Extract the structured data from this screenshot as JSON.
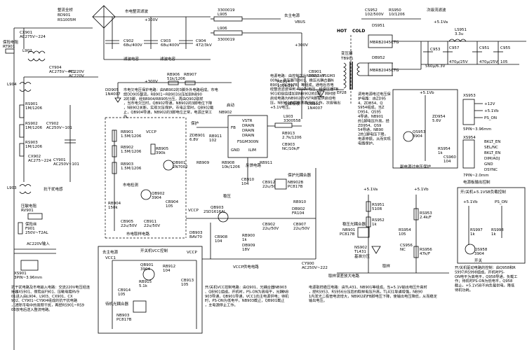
{
  "labels": {
    "bridge_title": "整流全桥",
    "bridge_part": "BD901",
    "bridge_model": "RS1005M",
    "filter_title": "市电整流滤波",
    "v300": "+300V",
    "l905": "L905",
    "l906": "L906",
    "l905_val": "3300019",
    "l906_val": "3300019",
    "vbus": "去主电源",
    "vbus_net": "VBUS",
    "v300_right": "+300V",
    "hot": "HOT",
    "cold": "COLD",
    "secondary_title": "次级流滤波",
    "v5_top": "+5.1Va",
    "cx_left": "CX901",
    "cx_left_val": "AC275V~224",
    "fuse": "保险电阻",
    "fuse_part": "RT901",
    "l902": "L902",
    "cy904": "CY904",
    "cy904_val": "AC275V~471",
    "c902": "C902",
    "c903": "C903",
    "c904": "C904",
    "c902_val": "68u/400V",
    "c903_val": "68u/400V",
    "c904_val": "472/3kV",
    "filter_cap_label": "滤波电容",
    "ac220v_in": "AC220V",
    "d905": "DD905",
    "d905_val": "1N4007",
    "rb906": "RB906",
    "rb907": "RB907",
    "rb_val": "51k/1206",
    "protect_note": "市电欠电压保护电路：由NB902的3脚外外电路组成。市电经DD905整流，RB901~RB903分压加到NB902的3脚，经RB904/RB905分压，再由Q902取样，当市电欠压时，QB902导通，NB902的3脚电位下降，NB902关断，实现欠压保护。市电正常时，QB902截止，QB904导通，NB902的3脚电位正常，电源正常工作。",
    "rb905": "RB905",
    "rb905_val": "390k",
    "qb901": "QB901",
    "qb901_val": "2N7002",
    "vccp": "VCCP",
    "rb901": "RB901",
    "rb902": "RB902",
    "rb903": "RB903",
    "rb_1m5": "1.5M/1206",
    "mains_detect": "市电检测",
    "rb904": "RB904",
    "rb904_val": "150k",
    "cb905": "CB905",
    "cb905_val": "22u/50V",
    "cb911": "CB911",
    "cb911_val": "22u/50V",
    "qb902": "QB902",
    "qb902_val": "3904",
    "cb904": "CB904",
    "cb904_val": "105",
    "sampling": "市电取样电路",
    "zdb901": "ZDB901",
    "zdb901_val": "6.8V",
    "rb911": "RB911",
    "rb911_val": "102",
    "ic_title": "启动",
    "nb902": "NB902",
    "nb902_model": "FSGM300N",
    "pin_vstr": "VSTR",
    "pin_drain": "DRAIN",
    "pin_fb": "FB",
    "pin_gnd": "GND",
    "pin_ilim": "ILIM",
    "rb909": "RB909",
    "rb908": "RB908",
    "rb908_val": "10k/1206",
    "fb_note": "反馈电路",
    "cb910": "CB910",
    "cb910_val": "104",
    "cb912": "CB912",
    "cb912_val": "22u/50V",
    "protect_opto": "保护光耦合器",
    "nb902b": "NB902B",
    "nb902b_val": "PC817B",
    "rb910": "RB910",
    "qb903": "QB903",
    "qb903_val": "2SD1616AL",
    "stabilizer": "稳压",
    "db903": "DB903",
    "db903_val": "BAV70",
    "db902": "DB902",
    "db902_val": "FR104",
    "cb908": "CB908",
    "cb908_val": "104",
    "rb900": "RB900",
    "rb900_val": "1k",
    "db909": "DB909",
    "db909_val": "18V",
    "cb902": "CB902",
    "cb902_val": "22u/50V",
    "cb907": "CB907",
    "cb907_val": "22u/50V",
    "vccp_circuit": "VCCP供电电路",
    "transformer": "变压器",
    "tb901": "TB901",
    "ep28": "EP28",
    "rb914": "RB914",
    "rb914_val": "100k/2W",
    "cb901": "CB901",
    "cb901_val": "102/1kV",
    "db901": "DB901",
    "db901_val": "1N4007",
    "absorb": "尖峰吸收",
    "l903": "L903",
    "l903_val": "3300558",
    "rb913": "RB913",
    "rb913_val": "2.7k/1206",
    "cb903": "CB903",
    "cb903_val": "NC/10k/F",
    "cs952": "CS952",
    "cs952_val": "102/500V",
    "rs950": "RS950",
    "rs950_val": "10/1206",
    "ds951": "DS951",
    "ds951_val": "MBRB2045CTG",
    "ds952": "DB952",
    "ds952_val": "MBRB2045CTG",
    "ls951": "LS951",
    "ls951_val": "3.3u",
    "c953": "C953",
    "c953_val": "560μ/6.3V",
    "c957": "C957",
    "c957_val": "470μ/25V",
    "c951": "C951",
    "c951_val": "470μ/25V",
    "c955": "C955",
    "c955_val": "105",
    "rect_note": "调电电源电过电压保护电路：由ZD954、ZDB54、QS954组成。当ZD954、QS954导通，NB901的1脚电压升高，经ZD954、QS954导通，NB902的1脚电压下降，电源停振。从而实现电路保护。",
    "zd954": "ZD954",
    "zd954_val": "5.6V",
    "qs953": "QS953",
    "qs953_val": "3904",
    "rs953": "RS953",
    "cs953": "CS953",
    "rs954": "RS954",
    "rs954_val": "1k",
    "cs960": "CS960",
    "cs960_val": "104",
    "ovp_label": "副电源过电压保护",
    "xs953": "XS953",
    "v12": "+12V",
    "v5vb": "+5.1Vb",
    "ps_on": "PS_ON",
    "pin_5": "5PIN~3.96mm",
    "xs954": "XS954",
    "bklt_en": "BKLT_EN",
    "sel_nc": "SEL/NC",
    "bklt_en2": "BKLT_EN",
    "dim_adj": "DIM/ADJ",
    "gnd": "GND",
    "dsync": "DSYNC",
    "pin_7": "7PIN~2.0mm",
    "power_signal": "电源板输出控制",
    "rs951": "RS951",
    "rs951_val": "510R",
    "rs952": "RS952",
    "rs952_val": "1k",
    "ns901": "NB901",
    "ns901_val": "PC817B",
    "stab_opto": "稳压光耦合器",
    "rs955": "RS955",
    "rs955_val": "105",
    "rs953b": "RS953",
    "rs953b_val": "2.4k/F",
    "cs956": "CS956",
    "cs956_val": "NC",
    "ns902": "NS902",
    "ns902_val": "TL431",
    "ref": "基准分压",
    "rs956": "RS956",
    "rs956_val": "47k/F",
    "sample_label": "取样",
    "sample_amp": "取样误差放大电路",
    "cy900": "CY900",
    "cy900_val": "AC250V~222",
    "standby_title": "开/关机+5.1VSB负载控制",
    "v51vsb": "+5.1Vb",
    "ps_on_r": "PS_ON",
    "rs997": "RS997",
    "rs998": "RS998",
    "rs_1k": "1k",
    "qs958": "QS958",
    "qs958_val": "3904",
    "switch": "开关",
    "standby_note": "开/关机驱动电路的控制：由Q958和RS997/RS998组成。开机时PS-ON电平为高电平，Q958导通，负载工作；待机时PS-ON为低电平，Q958截止，+5.1VSB不向负载供电，降低待机功耗。",
    "left_rs": "RS901",
    "left_rs_val": "1M/1206",
    "rs902": "RS902",
    "rs903": "RS903",
    "rs_1m": "1M/1206",
    "cy902": "CY902",
    "cy902_val": "AC250V~101",
    "cx902": "CX902",
    "cx902_val": "AC275~224",
    "cy901": "CY901",
    "cy901_val": "AC250V~101",
    "l903b": "L903",
    "common_choke": "抗干扰电感",
    "varistor": "压敏电阻",
    "rv901": "RV901",
    "fuse2": "保险丝",
    "f901": "F901",
    "f901_val": "250V~T2AL",
    "ac_input": "AC220V输入",
    "xs901": "XS901",
    "xs901_val": "3PIN~3.96mm",
    "l904": "L904",
    "left_note": "抗干扰电路及市电输入电路：交流220V电压经连接器XS901、保险丝F901、压敏电阻RV901进入由L904、L903、CX901、CX902、CY901~CY904组成的抗干扰电路，滤除市电中的高频干扰，再经RS901~RS903放电后送入整流电路。",
    "vcc_title": "开关机VCC控制",
    "vcc_left": "去主电源",
    "vcc1": "VCC1",
    "qb901b": "QB901",
    "qb901b_val": "3904",
    "rb912": "RB912",
    "rb912_val": "104",
    "rb915": "RB915",
    "rb915_val": "5.1k",
    "cb914": "CB914",
    "cb914_val": "105",
    "cb913": "CB913",
    "cb913_val": "105",
    "nb903": "NB903",
    "nb903_val": "PC817B",
    "standby_opto": "待机光耦合器",
    "vcc_note": "开/关机VCC控制电路：由Q901、光耦合器NB903、QB901组成。开机时，PS-ON为高电平，光耦NB903导通，QB901导通，VCC1向主电源供电；待机时，PS-ON为低电平，NB903截止，QB901截止，主电源停止工作。",
    "main_note": "电源电路：由控制芯片NB902（FSGM300N）、变压器TB901、稳压光耦合器NB901（PC817B）等组成。通电后市电经整流滤波得到+300V电压，经变压器TB901初级绕组加到NB902的D脚，同时经启动电路为NB902的VSTR脚提供启动电压，NB902内部振荡器开始工作，次级输出+5.1V电压。",
    "bottom_note": "电源取样稳压电路：由TL431、NB901等组成。当+5.1V输出电压升高时，经RS953、RS956分压后的取样电压升高，TL431导通增强，NB901内发光二极管电流增大，NB902的FB脚电压下降，使输出电压降低，从而稳定输出电压。"
  }
}
